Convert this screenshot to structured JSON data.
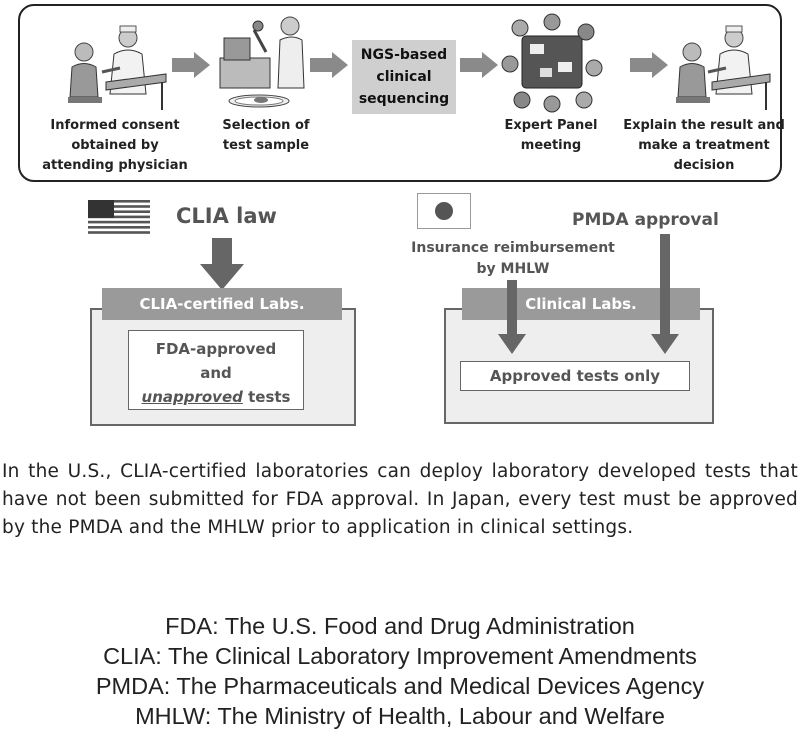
{
  "workflow": {
    "steps": [
      {
        "label": "Informed consent\nobtained by\nattending physician",
        "icon": "doctor-patient-consultation-icon"
      },
      {
        "label": "Selection of\ntest sample",
        "icon": "lab-sample-selection-icon"
      },
      {
        "label": "NGS-based\nclinical\nsequencing",
        "icon": "sequencing-box"
      },
      {
        "label": "Expert Panel\nmeeting",
        "icon": "panel-meeting-icon"
      },
      {
        "label": "Explain the result and\nmake a treatment\ndecision",
        "icon": "doctor-patient-consultation-icon"
      }
    ]
  },
  "us": {
    "flag_icon": "us-flag-icon",
    "law_label": "CLIA law",
    "lab_label": "CLIA-certified Labs.",
    "test_line1": "FDA-approved",
    "test_line2": "and",
    "test_line3_em": "unapproved",
    "test_line3_rest": " tests"
  },
  "japan": {
    "flag_icon": "japan-flag-icon",
    "approval_label": "PMDA approval",
    "reimbursement_label": "Insurance reimbursement\nby MHLW",
    "lab_label": "Clinical Labs.",
    "test_label": "Approved tests only"
  },
  "caption": "In the U.S., CLIA-certified laboratories can deploy laboratory developed tests that have not been submitted for FDA approval. In Japan, every test must be approved by the PMDA and the MHLW prior to application in clinical settings.",
  "abbreviations": [
    "FDA: The U.S. Food and Drug Administration",
    "CLIA: The Clinical Laboratory Improvement Amendments",
    "PMDA: The Pharmaceuticals and Medical Devices Agency",
    "MHLW: The Ministry of Health, Labour and Welfare"
  ],
  "colors": {
    "arrow": "#888888",
    "header": "#9a9a9a",
    "lab_bg": "#eeeeee"
  }
}
